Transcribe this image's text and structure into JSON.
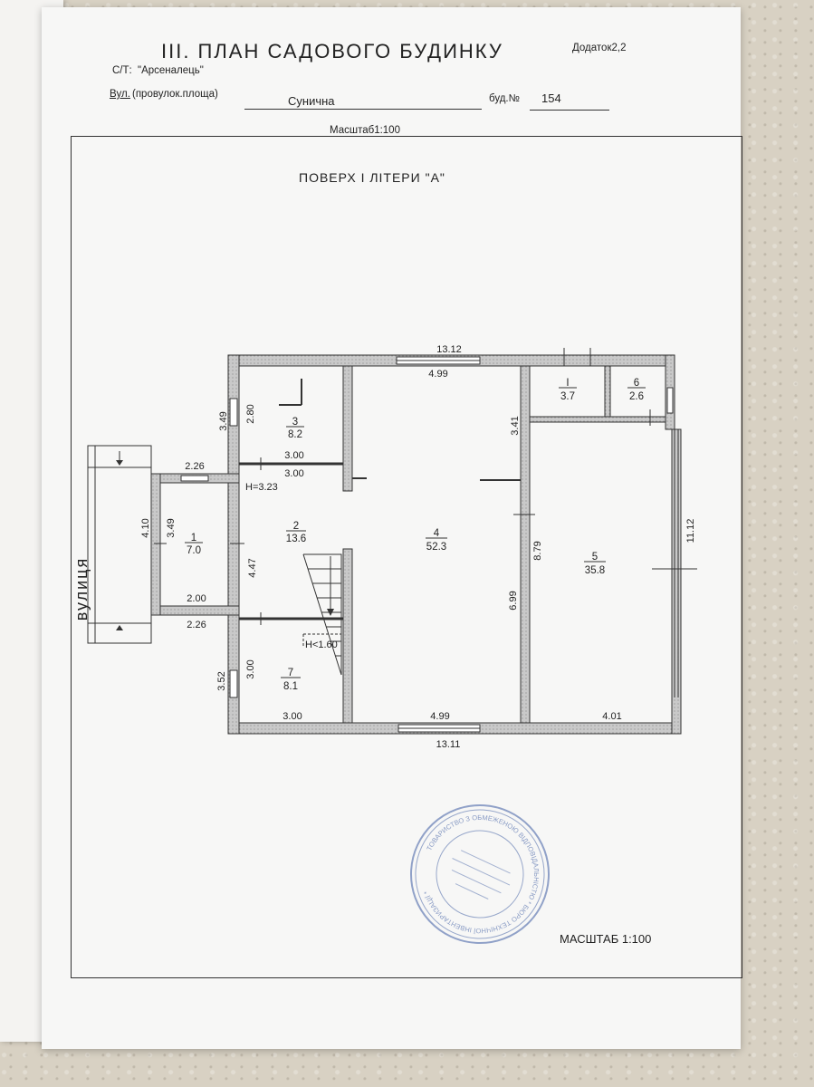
{
  "document": {
    "title": "III. ПЛАН   САДОВОГО   БУДИНКУ",
    "appendix": "Додаток2,2",
    "society_label": "С/Т:",
    "society_value": "\"Арсеналець\"",
    "street_label_a": "Вул.",
    "street_label_b": "(провулок.площа)",
    "street_value": "Сунична",
    "building_label": "буд.№",
    "building_value": "154",
    "scale_top": "Масштаб1:100",
    "floor_title": "ПОВЕРХ  I  ЛІТЕРИ \"А\"",
    "street_side_label": "вулиця",
    "scale_bottom": "МАСШТАБ 1:100"
  },
  "rooms": [
    {
      "num": "1",
      "area": "7.0"
    },
    {
      "num": "2",
      "area": "13.6"
    },
    {
      "num": "3",
      "area": "8.2"
    },
    {
      "num": "4",
      "area": "52.3"
    },
    {
      "num": "5",
      "area": "35.8"
    },
    {
      "num": "6",
      "area": "2.6"
    },
    {
      "num": "7",
      "area": "8.1"
    },
    {
      "num": "I",
      "area": "3.7"
    }
  ],
  "dimensions": {
    "top_total": "13.12",
    "bottom_total": "13.11",
    "room4_top": "4.99",
    "room4_bottom": "4.99",
    "room5_bottom": "4.01",
    "right_total": "11.12",
    "left_upper_outer": "3.49",
    "left_upper_inner": "2.80",
    "room3_width_a": "3.00",
    "room3_width_b": "3.00",
    "height_label": "H=3.23",
    "porch_top": "2.26",
    "porch_bottom_outer": "2.26",
    "porch_bottom_inner": "2.00",
    "porch_outer": "4.10",
    "porch_inner": "3.49",
    "hall_height": "4.47",
    "lower_outer": "3.52",
    "lower_inner": "3.00",
    "room7_bottom": "3.00",
    "room4_left": "3.41",
    "room4_height": "6.99",
    "room5_height": "8.79",
    "stair_label": "H<1.60"
  },
  "stamp": {
    "ring_text": "ТОВАРИСТВО З ОБМЕЖЕНОЮ ВІДПОВІДАЛЬНІСТЮ * БЮРО ТЕХНІЧНОЇ ІНВЕНТАРИЗАЦІЇ *"
  }
}
